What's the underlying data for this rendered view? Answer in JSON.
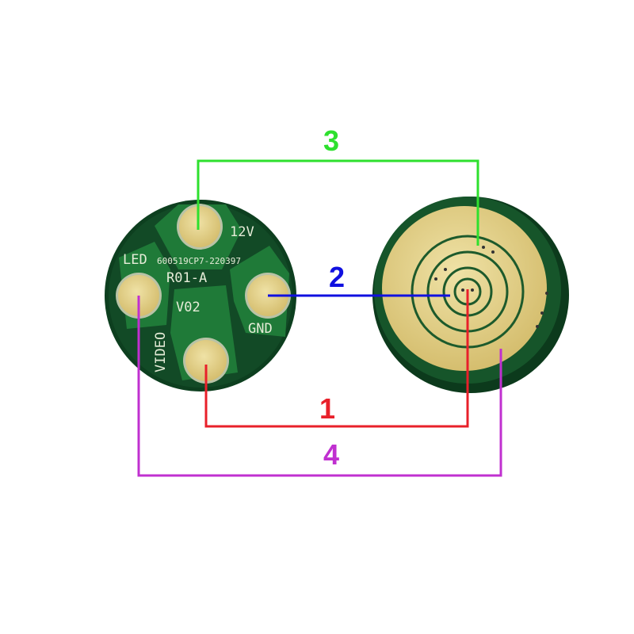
{
  "board_front": {
    "silkscreen": {
      "pad_12v": "12V",
      "pad_led": "LED",
      "pad_gnd": "GND",
      "pad_video": "VIDEO",
      "part_number": "600519CP7-220397",
      "revision": "R01-A",
      "version": "V02"
    }
  },
  "connections": [
    {
      "label": "1",
      "color": "#e8202a"
    },
    {
      "label": "2",
      "color": "#1010e0"
    },
    {
      "label": "3",
      "color": "#2ee02e"
    },
    {
      "label": "4",
      "color": "#c030d0"
    }
  ]
}
